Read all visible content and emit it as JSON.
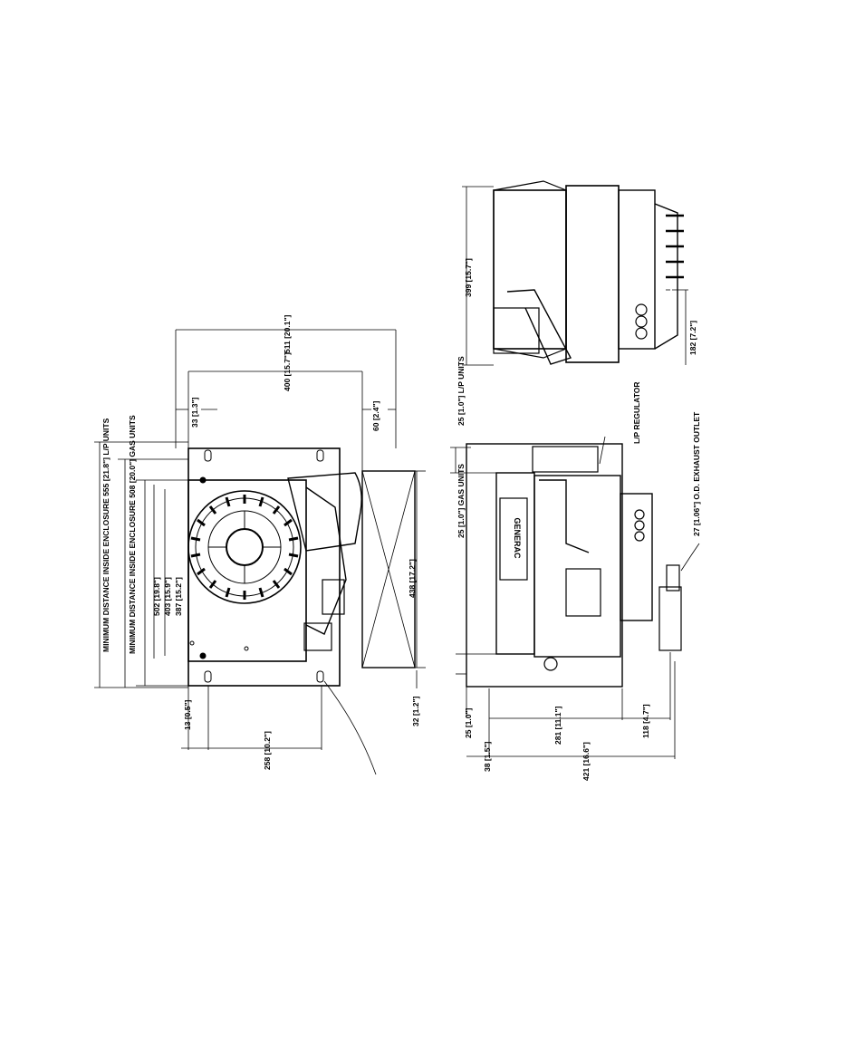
{
  "dimensions": {
    "top_overall": "511 [20.1\"]",
    "top_frame": "400 [15.7\"]",
    "top_offset_33": "33 [1.3\"]",
    "top_offset_60": "60 [2.4\"]",
    "enclosure_lp": "MINIMUM DISTANCE INSIDE ENCLOSURE 555 [21.8\"] L/P UNITS",
    "enclosure_gas": "MINIMUM DISTANCE INSIDE ENCLOSURE 508 [20.0\"] GAS UNITS",
    "height_502": "502 [19.8\"]",
    "height_403": "403 [15.9\"]",
    "height_387": "387 [15.2\"]",
    "height_438": "438 [17.2\"]",
    "offset_13": "13 [0.5\"]",
    "mount_258": "258 [10.2\"]",
    "offset_32": "32 [1.2\"]",
    "side_399": "399 [15.7\"]",
    "side_182": "182 [7.2\"]",
    "lp_units_25": "25 [1.0\"] L/P UNITS",
    "lp_regulator": "L/P REGULATOR",
    "gas_units_25": "25 [1.0\"] GAS UNITS",
    "bottom_25": "25 [1.0\"]",
    "bottom_38": "38 [1.5\"]",
    "bottom_281": "281 [11.1\"]",
    "bottom_421": "421 [16.6\"]",
    "bottom_118": "118 [4.7\"]",
    "exhaust_outlet": "27 [1.06\"] O.D. EXHAUST OUTLET"
  }
}
